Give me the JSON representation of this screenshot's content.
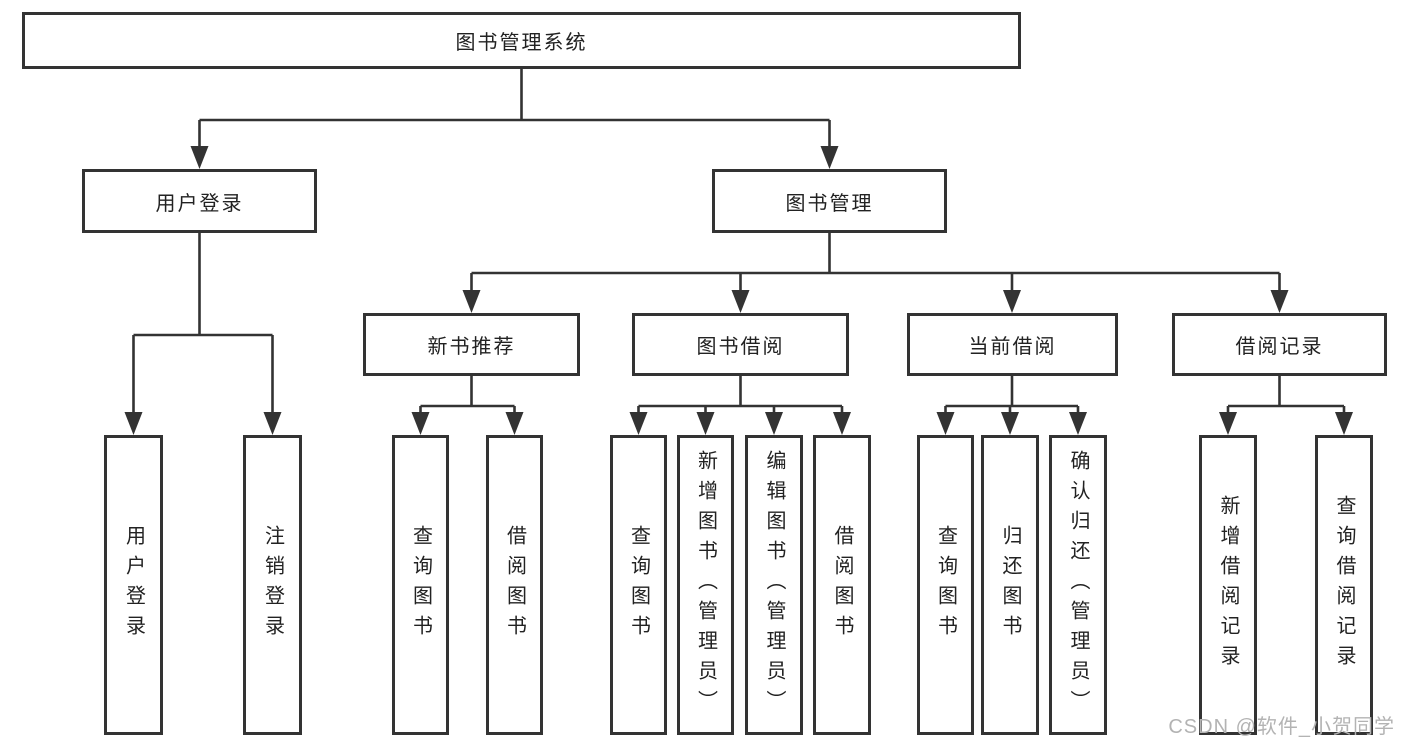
{
  "diagram": {
    "root": {
      "label": "图书管理系统"
    },
    "level2": [
      {
        "label": "用户登录"
      },
      {
        "label": "图书管理"
      }
    ],
    "level3": [
      {
        "label": "新书推荐"
      },
      {
        "label": "图书借阅"
      },
      {
        "label": "当前借阅"
      },
      {
        "label": "借阅记录"
      }
    ],
    "leaves": {
      "user_login": [
        {
          "label": "用户登录"
        },
        {
          "label": "注销登录"
        }
      ],
      "new_book_recommend": [
        {
          "label": "查询图书"
        },
        {
          "label": "借阅图书"
        }
      ],
      "book_borrow": [
        {
          "label": "查询图书"
        },
        {
          "label": "新增图书（管理员）"
        },
        {
          "label": "编辑图书（管理员）"
        },
        {
          "label": "借阅图书"
        }
      ],
      "current_borrow": [
        {
          "label": "查询图书"
        },
        {
          "label": "归还图书"
        },
        {
          "label": "确认归还（管理员）"
        }
      ],
      "borrow_records": [
        {
          "label": "新增借阅记录"
        },
        {
          "label": "查询借阅记录"
        }
      ]
    }
  },
  "watermark": {
    "text": "CSDN @软件_小贺同学"
  },
  "colors": {
    "line": "#333333",
    "text": "#222222",
    "watermark": "#b3b3b3",
    "background": "#ffffff"
  }
}
